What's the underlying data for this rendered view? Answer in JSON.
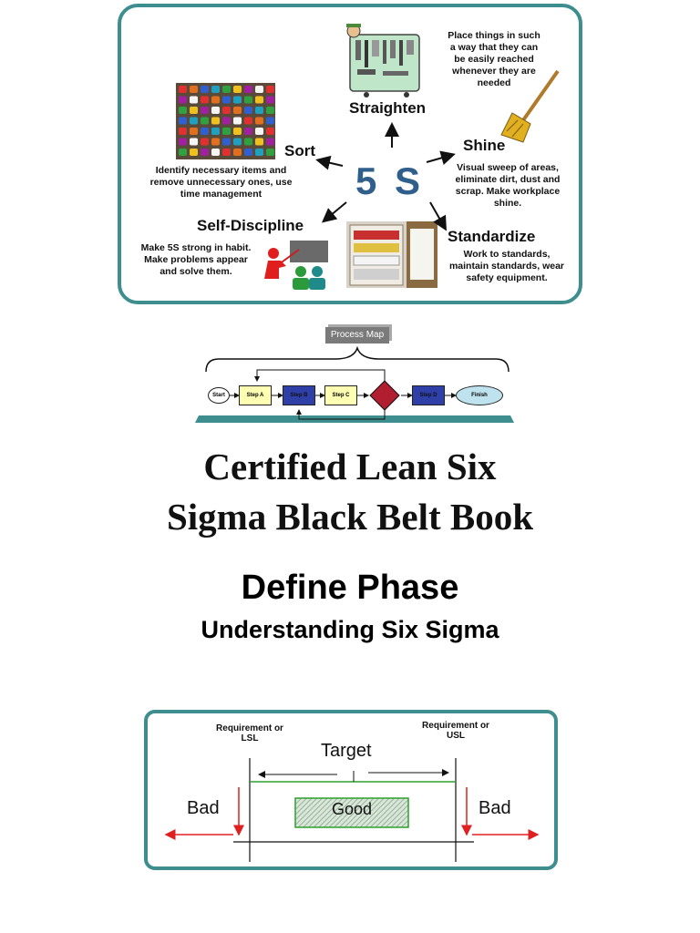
{
  "five_s": {
    "center": "5 S",
    "straighten": {
      "title": "Straighten",
      "desc": "Place things in such a way that they can be easily reached whenever they are needed"
    },
    "shine": {
      "title": "Shine",
      "desc": "Visual sweep of areas, eliminate dirt, dust and scrap. Make workplace shine."
    },
    "sort": {
      "title": "Sort",
      "desc": "Identify necessary items and remove unnecessary ones, use time management"
    },
    "self_discipline": {
      "title": "Self-Discipline",
      "desc": "Make 5S strong in habit. Make problems appear and solve them."
    },
    "standardize": {
      "title": "Standardize",
      "desc": "Work to standards, maintain standards, wear safety equipment."
    }
  },
  "process_map": {
    "label": "Process Map",
    "start": "Start",
    "steps": [
      "Step A",
      "Step B",
      "Step C",
      "Step D"
    ],
    "finish": "Finish"
  },
  "book": {
    "title_line1": "Certified Lean Six",
    "title_line2": "Sigma Black Belt Book"
  },
  "phase": {
    "title": "Define Phase",
    "subtitle": "Understanding Six Sigma"
  },
  "spec_diagram": {
    "lsl": "Requirement or LSL",
    "usl": "Requirement or USL",
    "target": "Target",
    "good": "Good",
    "bad_left": "Bad",
    "bad_right": "Bad"
  },
  "colors": {
    "panel_border": "#3f8e8f",
    "center_text": "#2f5f8a",
    "step_yellow": "#ffffb3",
    "step_blue": "#2e3fa8",
    "decision": "#b01e30",
    "finish": "#bfe3ee",
    "good_green": "#2ea02e",
    "arrow_red": "#e02020"
  }
}
